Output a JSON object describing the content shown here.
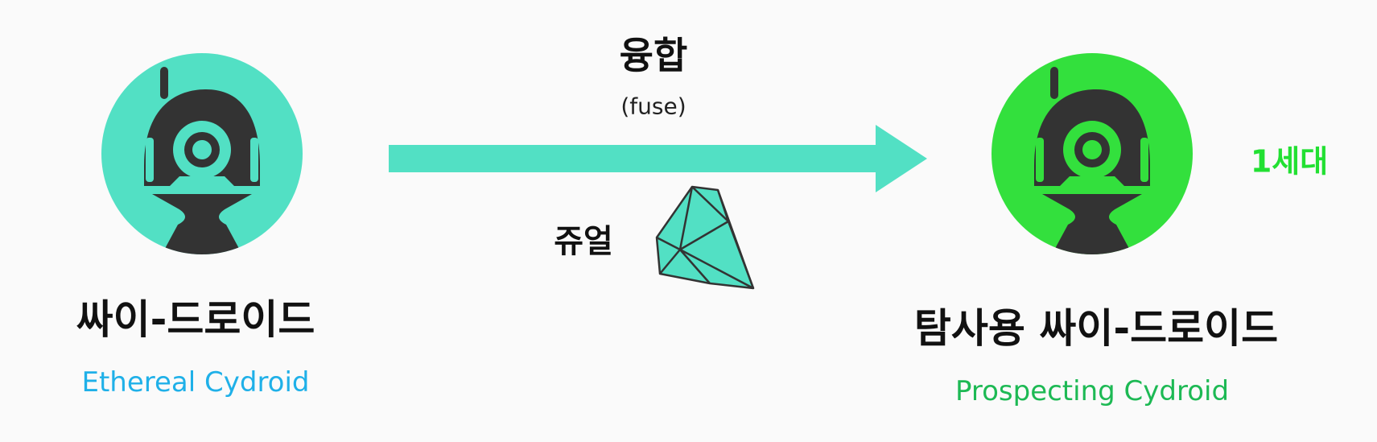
{
  "fusion": {
    "label": "융합",
    "sublabel": "(fuse)"
  },
  "catalyst": {
    "label": "쥬얼",
    "icon": "gem-icon"
  },
  "source": {
    "name_ko": "싸이-드로이드",
    "name_en": "Ethereal Cydroid",
    "circle_color": "#52e0c4",
    "name_en_color": "#1fb0e8"
  },
  "result": {
    "name_ko": "탐사용 싸이-드로이드",
    "name_en": "Prospecting Cydroid",
    "generation": "1세대",
    "circle_color": "#33e03d",
    "name_en_color": "#1db954",
    "generation_color": "#22e032"
  },
  "colors": {
    "arrow": "#52e0c4",
    "robot": "#333333",
    "gem": "#52e0c4"
  }
}
